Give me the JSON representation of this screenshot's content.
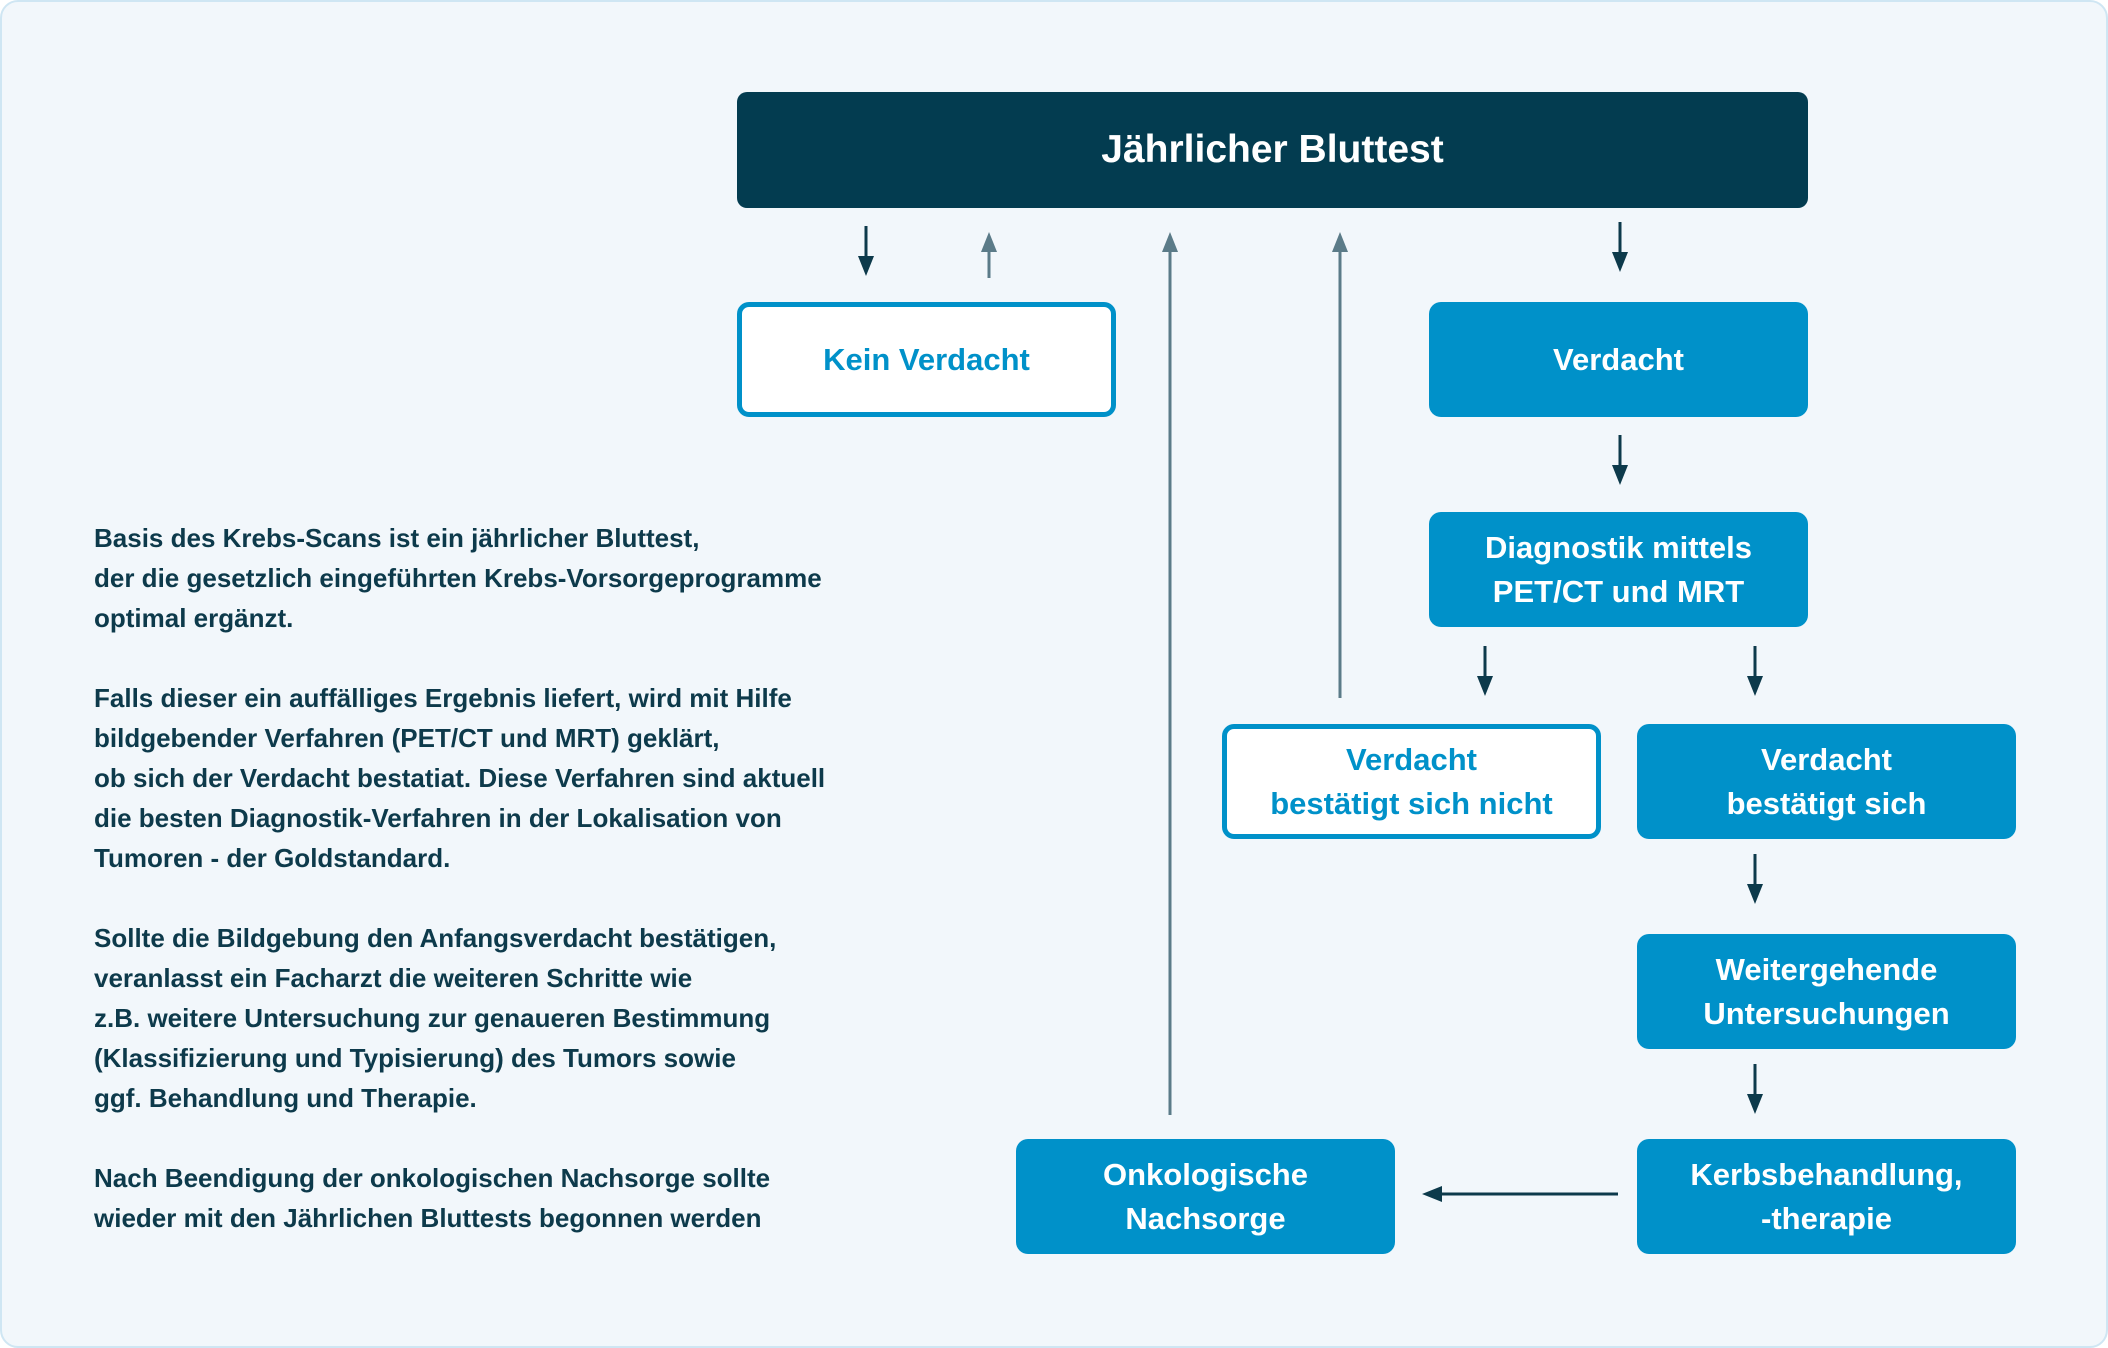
{
  "diagram": {
    "title": "Jährlicher Bluttest",
    "nodes": {
      "kein_verdacht": "Kein Verdacht",
      "verdacht": "Verdacht",
      "diagnostik": "Diagnostik mittels\nPET/CT und MRT",
      "nicht_bestaetigt": "Verdacht\nbestätigt sich nicht",
      "bestaetigt": "Verdacht\nbestätigt sich",
      "weitergehende": "Weitergehende\nUntersuchungen",
      "behandlung": "Kerbsbehandlung,\n-therapie",
      "nachsorge": "Onkologische\nNachsorge"
    },
    "colors": {
      "dark": "#033c50",
      "accent": "#0091c9",
      "arrow_dark": "#0d3a4b",
      "arrow_light": "#5b7b88",
      "text": "#0d3a4b"
    }
  },
  "description": {
    "paragraphs": [
      "Basis des Krebs-Scans ist ein jährlicher Bluttest,\nder die gesetzlich eingeführten Krebs-Vorsorgeprogramme\noptimal ergänzt.",
      "Falls dieser ein auffälliges Ergebnis liefert, wird mit Hilfe\nbildgebender Verfahren (PET/CT und MRT) geklärt,\nob sich der Verdacht bestatiat. Diese Verfahren sind aktuell\ndie besten Diagnostik-Verfahren in der Lokalisation von\nTumoren - der Goldstandard.",
      "Sollte die Bildgebung den Anfangsverdacht bestätigen,\nveranlasst ein Facharzt die weiteren Schritte wie\nz.B. weitere Untersuchung zur genaueren Bestimmung\n(Klassifizierung und Typisierung) des Tumors sowie\nggf. Behandlung und Therapie.",
      "Nach Beendigung der onkologischen Nachsorge sollte\nwieder mit den Jährlichen Bluttests begonnen werden"
    ]
  }
}
